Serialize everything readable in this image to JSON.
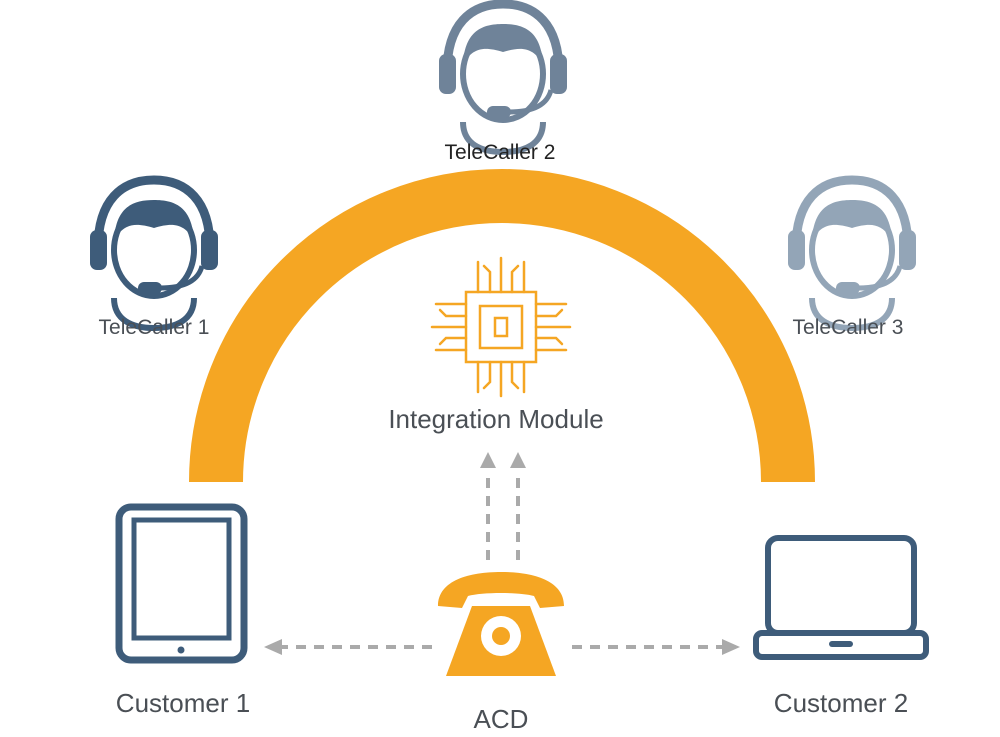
{
  "colors": {
    "arc": "#F5A623",
    "device": "#3E5C7A",
    "agent1": "#3E5C7A",
    "agent2": "#6F8399",
    "agent3": "#93A5B7",
    "arrow": "#AAAAAA",
    "chip": "#F5A623",
    "phone": "#F5A623"
  },
  "icons": {
    "agent1": "headset-agent-icon",
    "agent2": "headset-agent-icon",
    "agent3": "headset-agent-icon",
    "module": "circuit-chip-icon",
    "acd": "telephone-icon",
    "customer1": "tablet-icon",
    "customer2": "laptop-icon"
  },
  "labels": {
    "telecaller1": "TeleCaller 1",
    "telecaller2": "TeleCaller 2",
    "telecaller3": "TeleCaller 3",
    "integration_module": "Integration Module",
    "acd": "ACD",
    "customer1": "Customer 1",
    "customer2": "Customer 2"
  }
}
